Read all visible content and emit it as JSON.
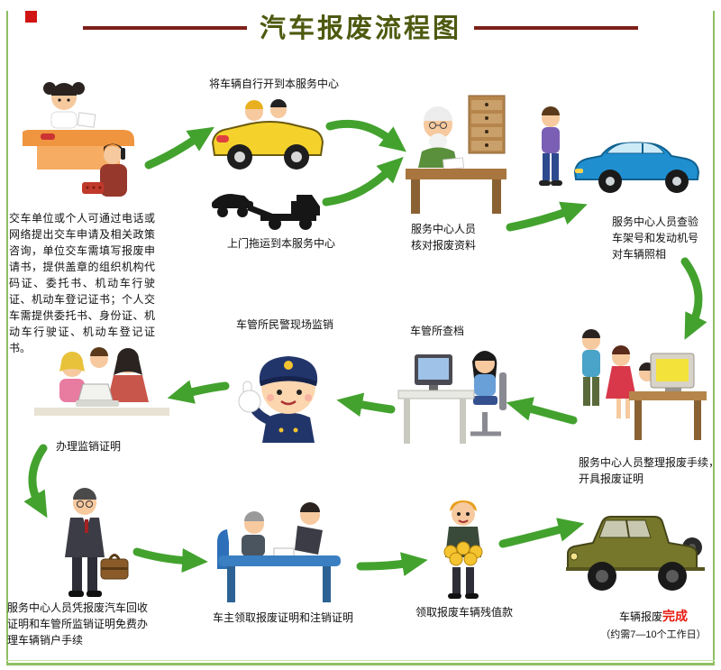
{
  "title": "汽车报废流程图",
  "captions": {
    "apply": "交车单位或个人可通过电话或网络提出交车申请及相关政策咨询，单位交车需填写报废申请书，提供盖章的组织机构代码证、委托书、机动车行驶证、机动车登记证书；个人交车需提供委托书、身份证、机动车行驶证、机动车登记证书。",
    "drive": "将车辆自行开到本服务中心",
    "tow": "上门拖运到本服务中心",
    "verify": "服务中心人员核对报废资料",
    "inspect": "服务中心人员查验车架号和发动机号对车辆照相",
    "paperwork": "服务中心人员整理报废手续，开具报废证明",
    "records": "车管所查档",
    "police": "车管所民警现场监销",
    "supervise": "办理监销证明",
    "cancel": "服务中心人员凭报废汽车回收证明和车管所监销证明免费办理车辆销户手续",
    "owner": "车主领取报废证明和注销证明",
    "residual": "领取报废车辆残值款",
    "done_prefix": "车辆报废",
    "done_highlight": "完成",
    "done_note": "（约需7—10个工作日）"
  },
  "flow_order": [
    "apply",
    "drive|tow",
    "verify",
    "inspect",
    "paperwork",
    "records",
    "police",
    "supervise",
    "cancel",
    "owner",
    "residual",
    "done"
  ],
  "colors": {
    "arrow_green": "#43a22e",
    "title_olive": "#4e5a10",
    "title_rule_maroon": "#7d2019",
    "corner_red": "#d01414",
    "frame_green": "#8fbf62",
    "complete_red": "#e8190f"
  }
}
